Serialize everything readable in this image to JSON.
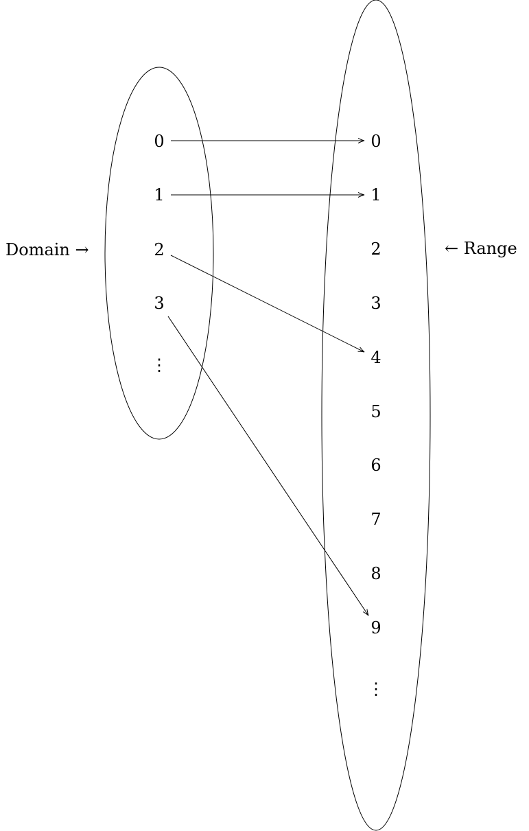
{
  "labels": {
    "domain": "Domain →",
    "range": "← Range"
  },
  "domain_values": [
    "0",
    "1",
    "2",
    "3"
  ],
  "domain_more": "⋮",
  "range_values": [
    "0",
    "1",
    "2",
    "3",
    "4",
    "5",
    "6",
    "7",
    "8",
    "9"
  ],
  "range_more": "⋮",
  "mappings": [
    {
      "from": "0",
      "to": "0"
    },
    {
      "from": "1",
      "to": "1"
    },
    {
      "from": "2",
      "to": "4"
    },
    {
      "from": "3",
      "to": "9"
    }
  ],
  "colors": {
    "stroke": "#000000",
    "background": "#ffffff"
  }
}
